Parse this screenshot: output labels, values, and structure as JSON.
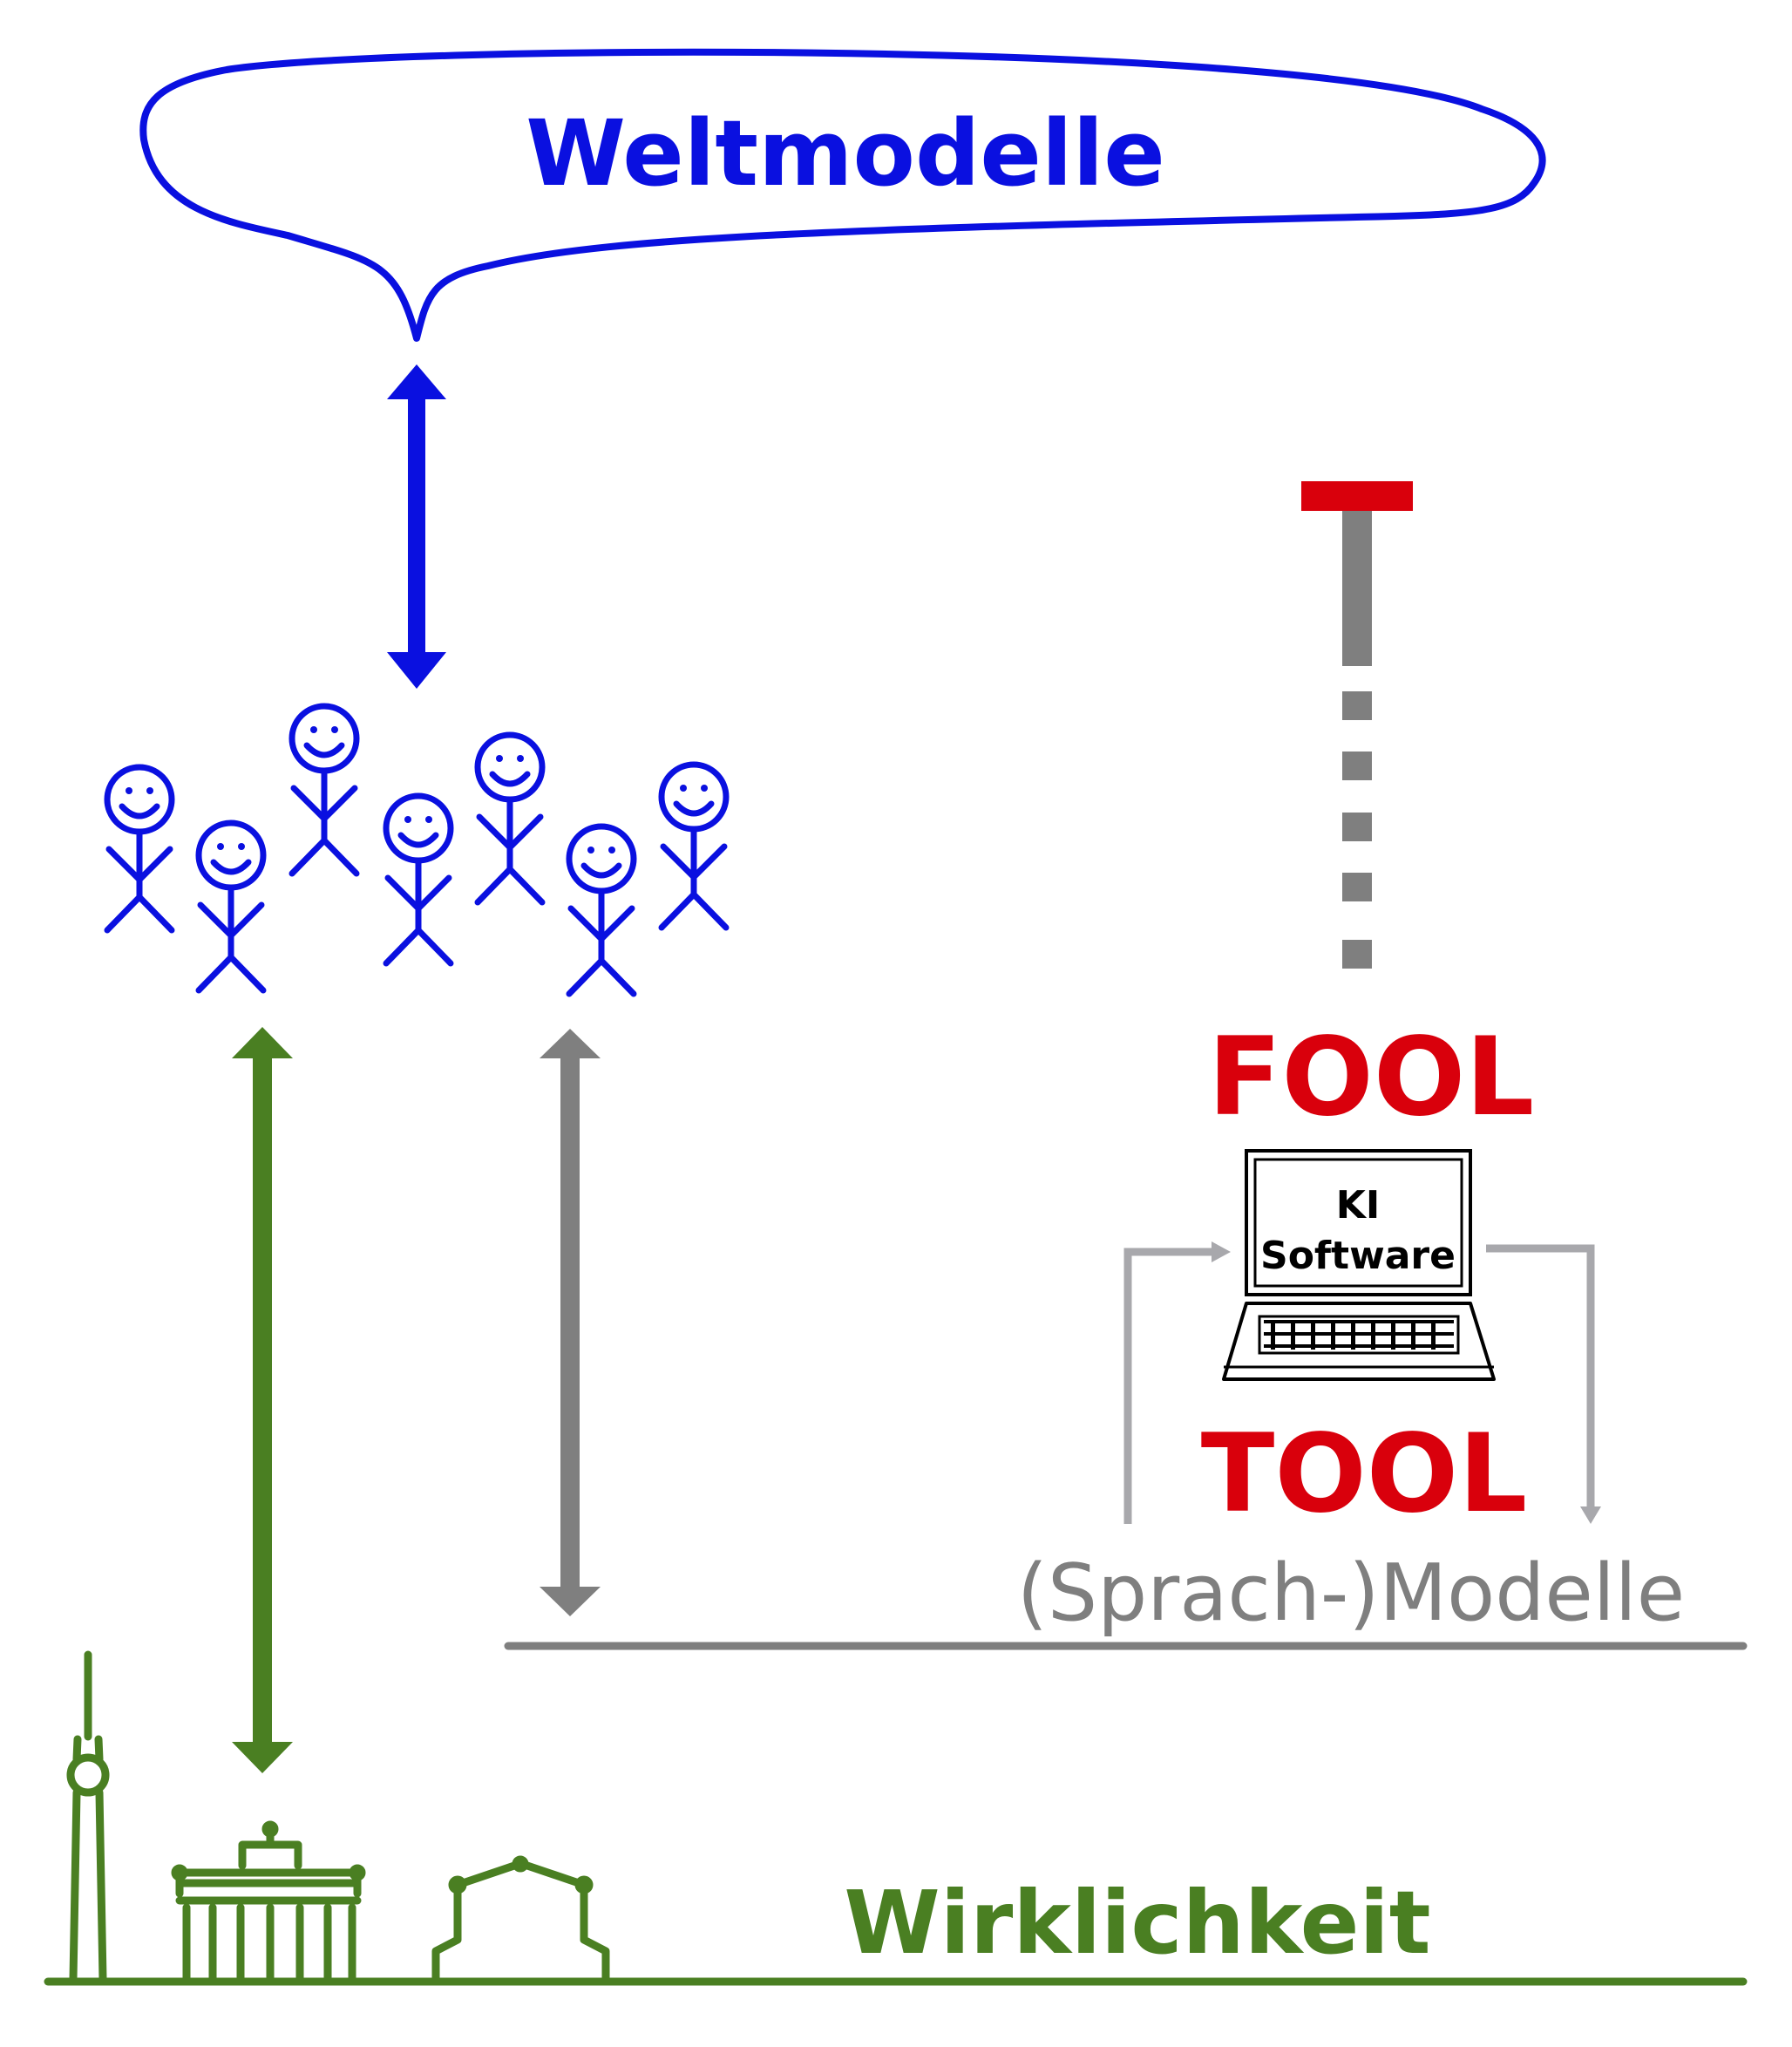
{
  "labels": {
    "world_models": "Weltmodelle",
    "fool": "FOOL",
    "ki_line1": "KI",
    "ki_line2": "Software",
    "tool": "TOOL",
    "language_models": "(Sprach-)Modelle",
    "reality": "Wirklichkeit"
  },
  "colors": {
    "blue": "#0a10e0",
    "green": "#4a7f22",
    "gray": "#7f7f7f",
    "light_gray": "#a8a8ac",
    "red": "#d9000c",
    "black": "#000000"
  },
  "icons": {
    "people": "stick-figure-smiley-icon",
    "laptop": "laptop-icon",
    "skyline": "berlin-skyline-icon"
  }
}
